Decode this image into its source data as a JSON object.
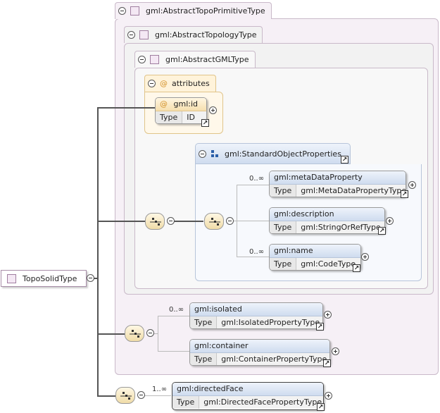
{
  "groups": {
    "primitive": "gml:AbstractTopoPrimitiveType",
    "topology": "gml:AbstractTopologyType",
    "gml": "gml:AbstractGMLType"
  },
  "attributes": {
    "label": "attributes",
    "id_name": "gml:id",
    "type_label": "Type",
    "id_type": "ID"
  },
  "standard_props": {
    "label": "gml:StandardObjectProperties"
  },
  "elements": {
    "metadata": {
      "name": "gml:metaDataProperty",
      "type_label": "Type",
      "type": "gml:MetaDataPropertyType",
      "card": "0..∞"
    },
    "description": {
      "name": "gml:description",
      "type_label": "Type",
      "type": "gml:StringOrRefType",
      "card": ""
    },
    "name": {
      "name": "gml:name",
      "type_label": "Type",
      "type": "gml:CodeType",
      "card": "0..∞"
    },
    "isolated": {
      "name": "gml:isolated",
      "type_label": "Type",
      "type": "gml:IsolatedPropertyType",
      "card": "0..∞"
    },
    "container": {
      "name": "gml:container",
      "type_label": "Type",
      "type": "gml:ContainerPropertyType",
      "card": ""
    },
    "directed": {
      "name": "gml:directedFace",
      "type_label": "Type",
      "type": "gml:DirectedFacePropertyType",
      "card": "1..∞"
    }
  },
  "root": {
    "label": "TopoSolidType"
  },
  "icons": {
    "attr": "@",
    "link": "↗",
    "expand": "+",
    "collapse": "−"
  }
}
